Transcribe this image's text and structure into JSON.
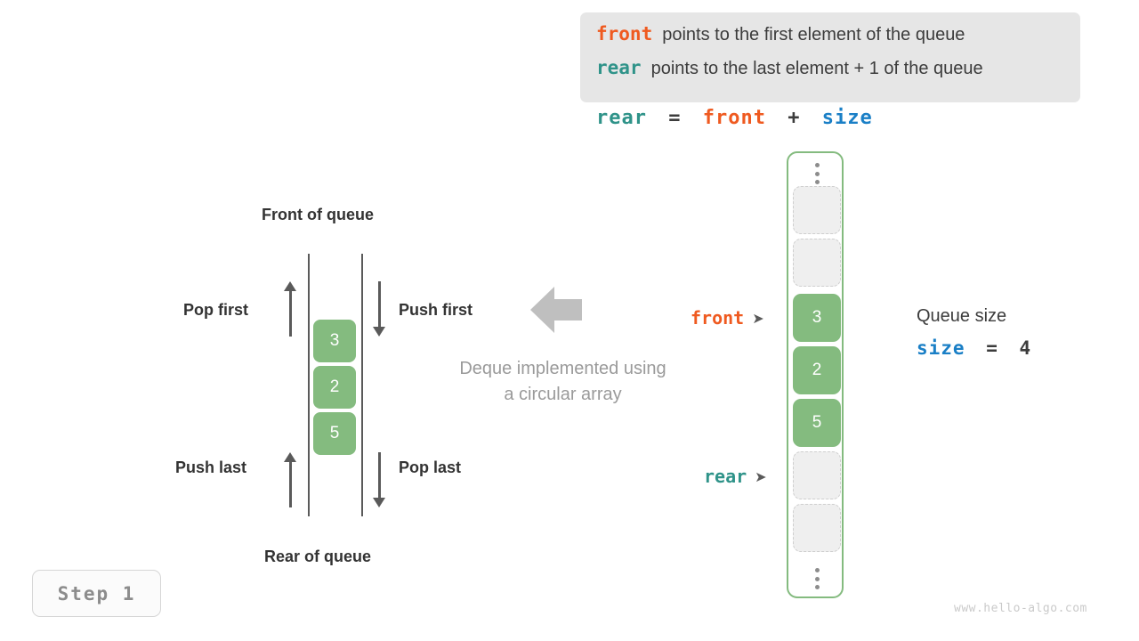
{
  "legend": {
    "lines": [
      {
        "keyword": "front",
        "keyword_color": "#ef5a20",
        "text": "points to the first element of the queue"
      },
      {
        "keyword": "rear",
        "keyword_color": "#2f9389",
        "text": "points to the last element + 1 of the queue"
      }
    ],
    "background": "#e6e6e6"
  },
  "formula": {
    "lhs": "rear",
    "equals": "=",
    "term1": "front",
    "plus": "+",
    "term2": "size"
  },
  "deque_diagram": {
    "top_label": "Front of queue",
    "bottom_label": "Rear of queue",
    "operations": {
      "pop_first": "Pop first",
      "push_first": "Push first",
      "push_last": "Push last",
      "pop_last": "Pop last"
    },
    "cells": [
      "3",
      "2",
      "5"
    ],
    "caption_line1": "Deque implemented using",
    "caption_line2": "a circular array",
    "cell_color": "#84bb7f",
    "rail_color": "#5a5a5a",
    "arrow_block_color": "#bfbfbf"
  },
  "array_column": {
    "ellipsis_top": "vertical-ellipsis-icon",
    "ellipsis_bottom": "vertical-ellipsis-icon",
    "slots": [
      {
        "value": "",
        "state": "empty"
      },
      {
        "value": "",
        "state": "empty"
      },
      {
        "value": "3",
        "state": "filled"
      },
      {
        "value": "2",
        "state": "filled"
      },
      {
        "value": "5",
        "state": "filled"
      },
      {
        "value": "",
        "state": "empty"
      },
      {
        "value": "",
        "state": "empty"
      }
    ],
    "border_color": "#84bb7f",
    "filled_color": "#84bb7f",
    "empty_color": "#efefef",
    "pointers": [
      {
        "name": "front",
        "label": "front",
        "color": "#ef5a20",
        "arrow": "➤",
        "target_slot": 2
      },
      {
        "name": "rear",
        "label": "rear",
        "color": "#2f9389",
        "arrow": "➤",
        "target_slot": 5
      }
    ]
  },
  "queue_size": {
    "title": "Queue size",
    "variable": "size",
    "equals": "=",
    "value": "4",
    "variable_color": "#1a7fc6"
  },
  "step_badge": {
    "label": "Step 1"
  },
  "watermark": {
    "text": "www.hello-algo.com"
  }
}
